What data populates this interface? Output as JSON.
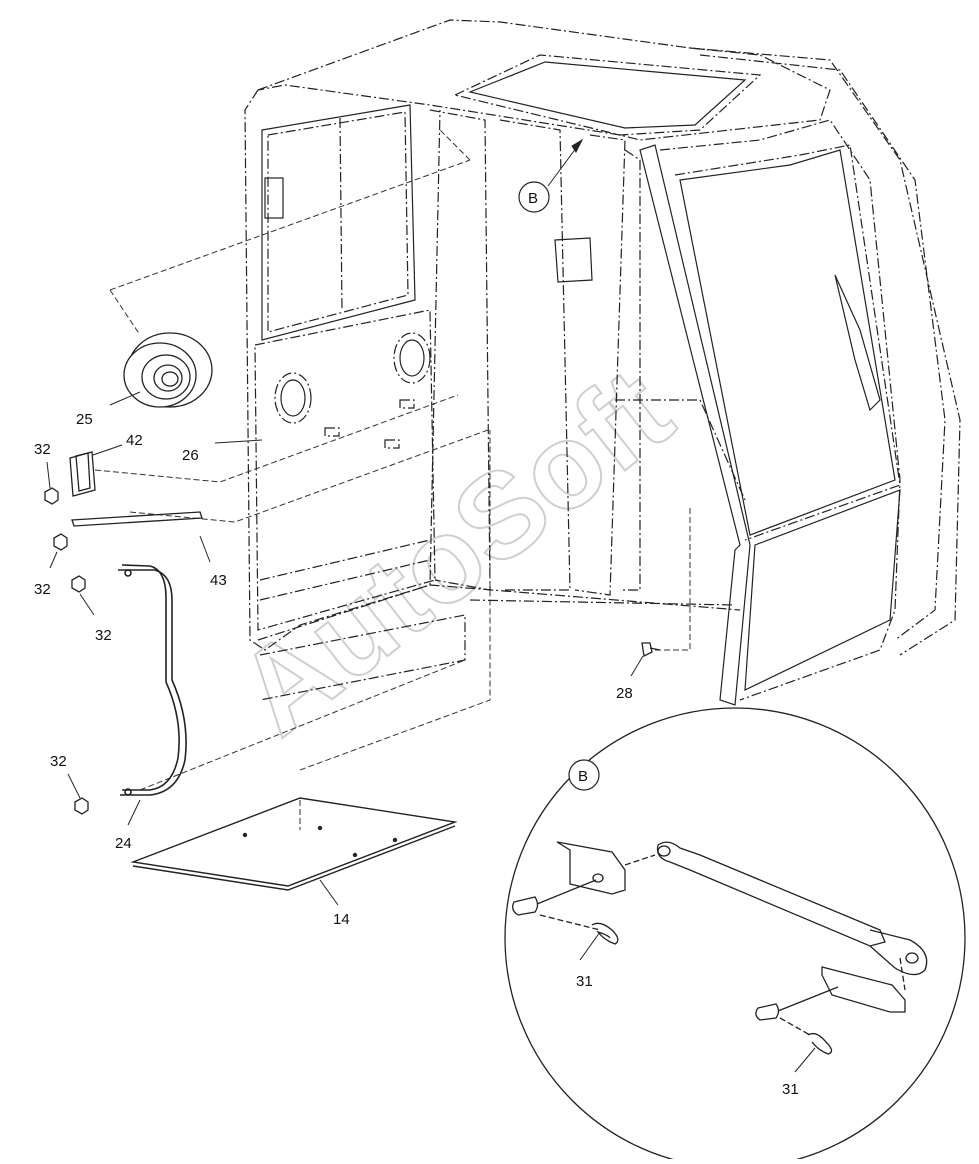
{
  "watermark": "AutoSoft",
  "detail_ref": "B",
  "callouts": {
    "n14": "14",
    "n24": "24",
    "n25": "25",
    "n26": "26",
    "n28": "28",
    "n31a": "31",
    "n31b": "31",
    "n32a": "32",
    "n32b": "32",
    "n32c": "32",
    "n32d": "32",
    "n42": "42",
    "n43": "43",
    "b_main": "B",
    "b_detail": "B"
  }
}
